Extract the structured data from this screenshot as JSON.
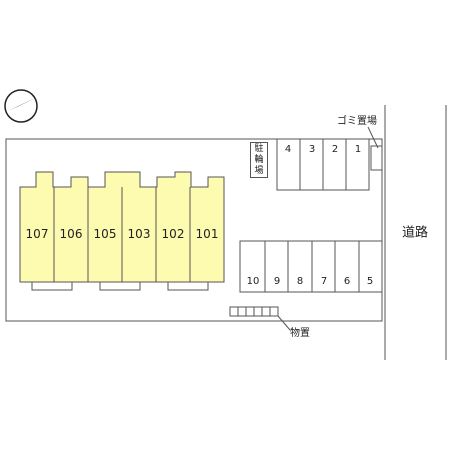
{
  "units": [
    "107",
    "106",
    "105",
    "103",
    "102",
    "101"
  ],
  "parking_top": [
    "4",
    "3",
    "2",
    "1"
  ],
  "parking_bottom": [
    "10",
    "9",
    "8",
    "7",
    "6",
    "5"
  ],
  "bicycle_parking": [
    "駐",
    "輪",
    "場"
  ],
  "road_label": "道路",
  "garbage_label": "ゴミ置場",
  "storage_label": "物置",
  "colors": {
    "unit_fill": "#fdfbb0",
    "line": "#555555"
  }
}
